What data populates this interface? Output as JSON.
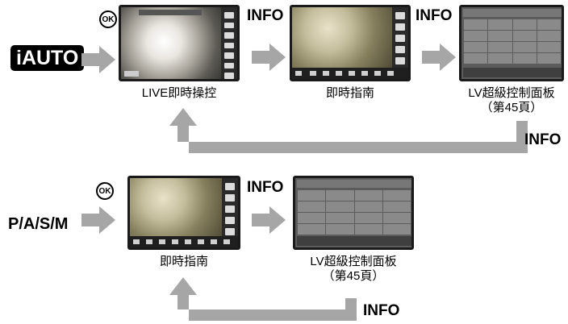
{
  "top_row": {
    "mode_label": "iAUTO",
    "ok_label": "OK",
    "screen1_caption": "LIVE即時操控",
    "screen2_caption": "即時指南",
    "screen3_caption_line1": "LV超級控制面板",
    "screen3_caption_line2": "（第45頁）",
    "info_label_1": "INFO",
    "info_label_2": "INFO",
    "return_info_label": "INFO"
  },
  "bottom_row": {
    "mode_label": "P/A/S/M",
    "ok_label": "OK",
    "screen1_caption": "即時指南",
    "screen2_caption_line1": "LV超級控制面板",
    "screen2_caption_line2": "（第45頁）",
    "info_label_1": "INFO",
    "return_info_label": "INFO"
  },
  "colors": {
    "arrow_fill": "#a6a6a6",
    "badge_bg": "#000000",
    "screen_border": "#1a1a1a"
  },
  "icons": [
    "ok-button-icon",
    "right-arrow-icon",
    "return-arrow-icon"
  ]
}
